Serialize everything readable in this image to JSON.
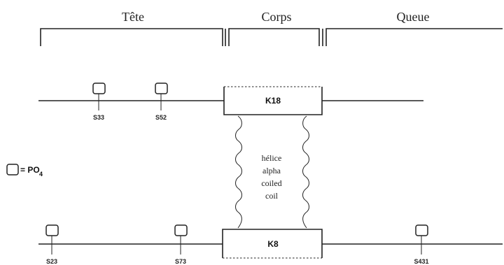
{
  "regions": {
    "head": "Tête",
    "body": "Corps",
    "tail": "Queue"
  },
  "chains": {
    "top_label": "K18",
    "bottom_label": "K8",
    "top_sites": [
      "S33",
      "S52"
    ],
    "bottom_sites": [
      "S23",
      "S73",
      "S431"
    ]
  },
  "coil": {
    "line1": "hélice",
    "line2": "alpha",
    "line3": "coiled",
    "line4": "coil"
  },
  "legend": {
    "text": "= PO",
    "subscript": "4"
  }
}
